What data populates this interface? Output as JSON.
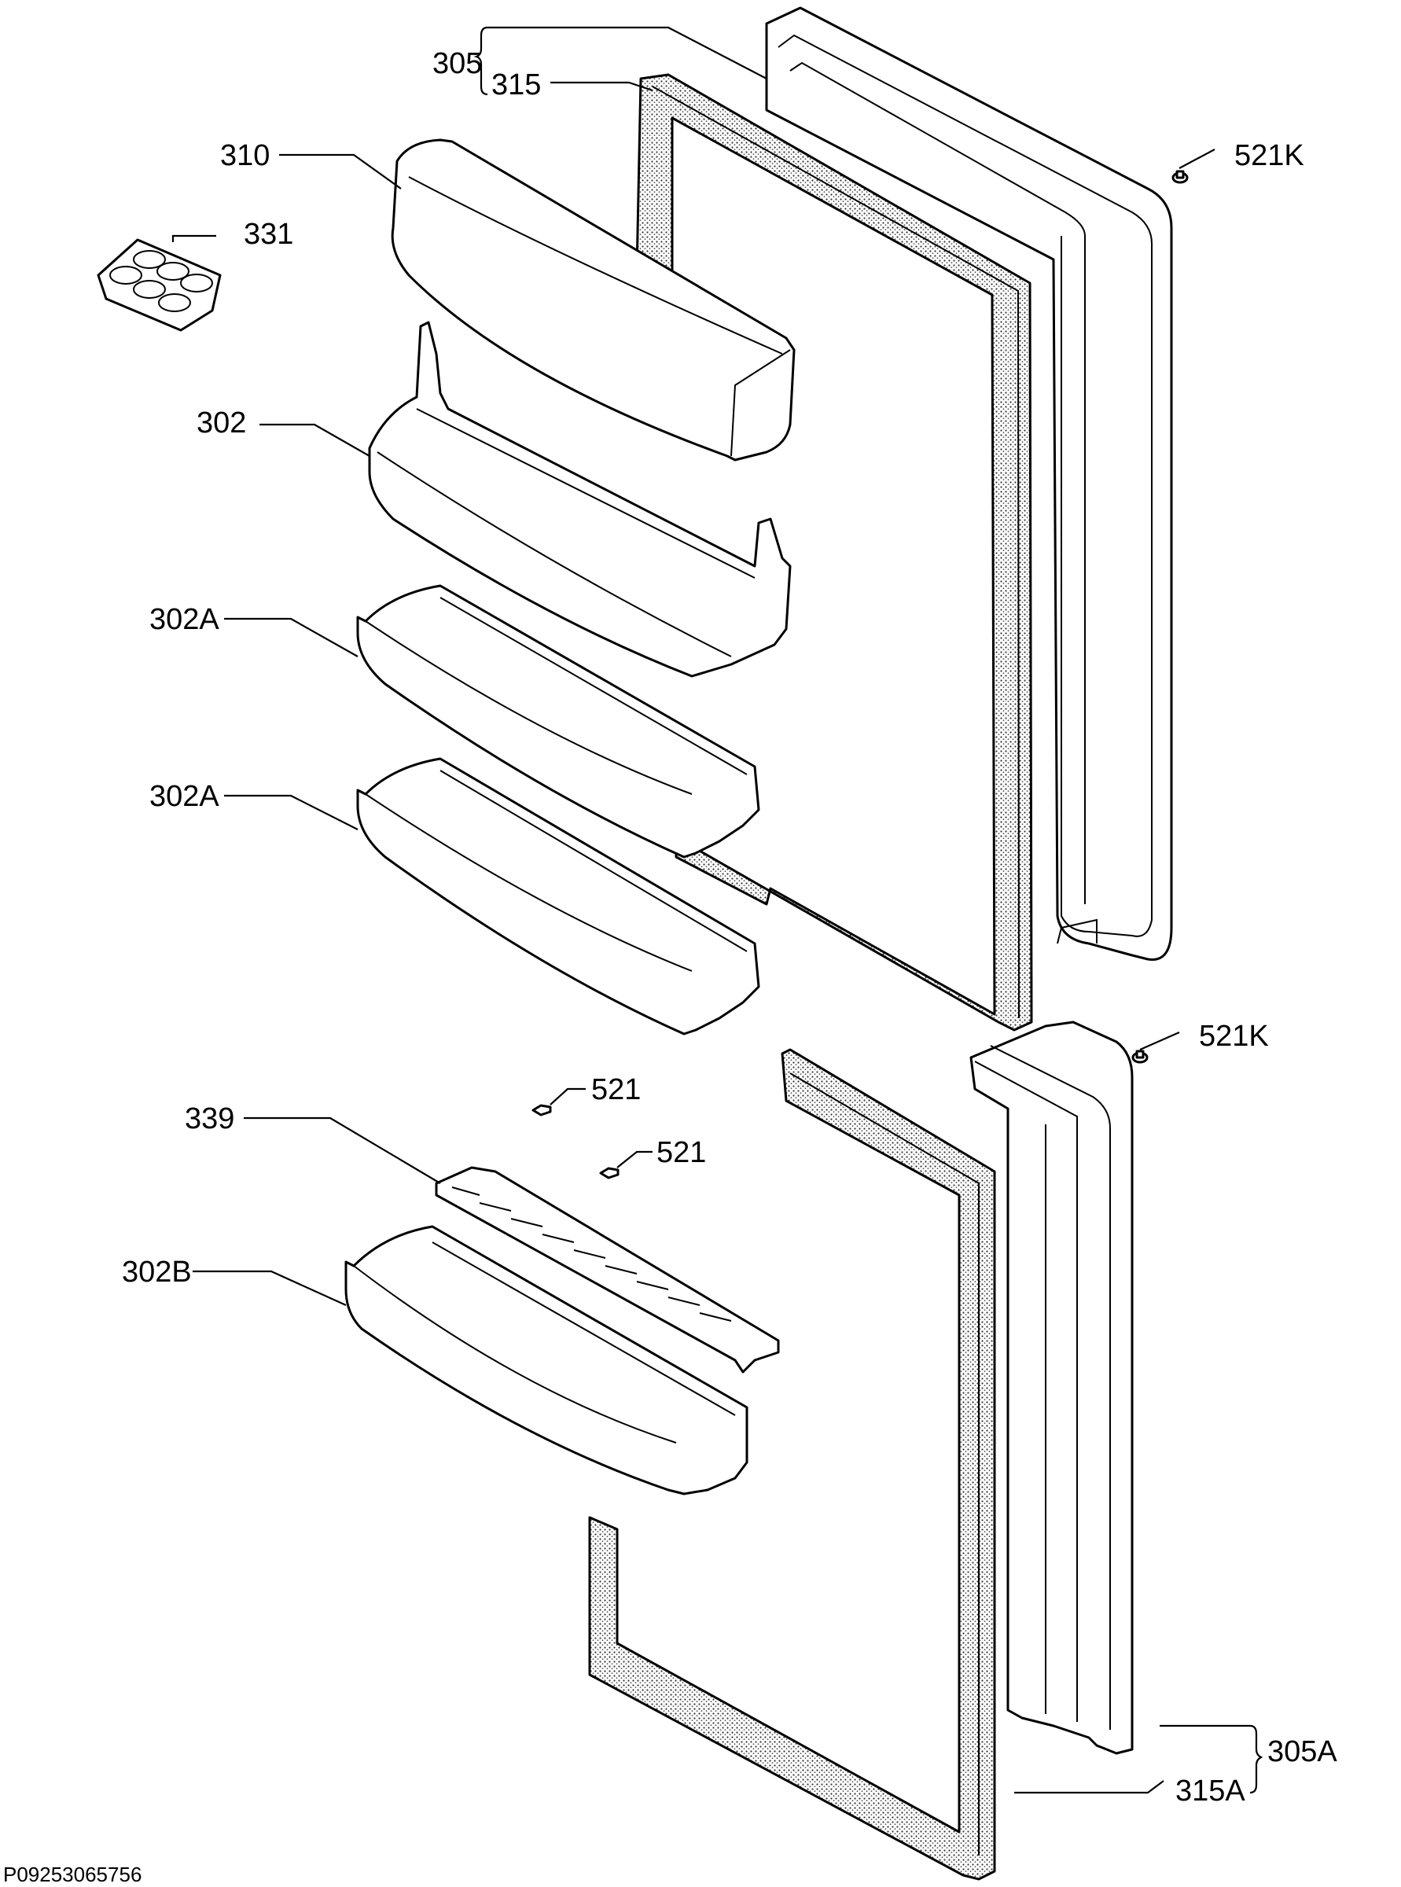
{
  "diagram": {
    "labels": {
      "p305": "305",
      "p315": "315",
      "p310": "310",
      "p331": "331",
      "p302": "302",
      "p302a_1": "302A",
      "p302a_2": "302A",
      "p521k_1": "521K",
      "p521k_2": "521K",
      "p521_1": "521",
      "p521_2": "521",
      "p339": "339",
      "p302b": "302B",
      "p305a": "305A",
      "p315a": "315A"
    },
    "drawing_code": "P09253065756"
  }
}
